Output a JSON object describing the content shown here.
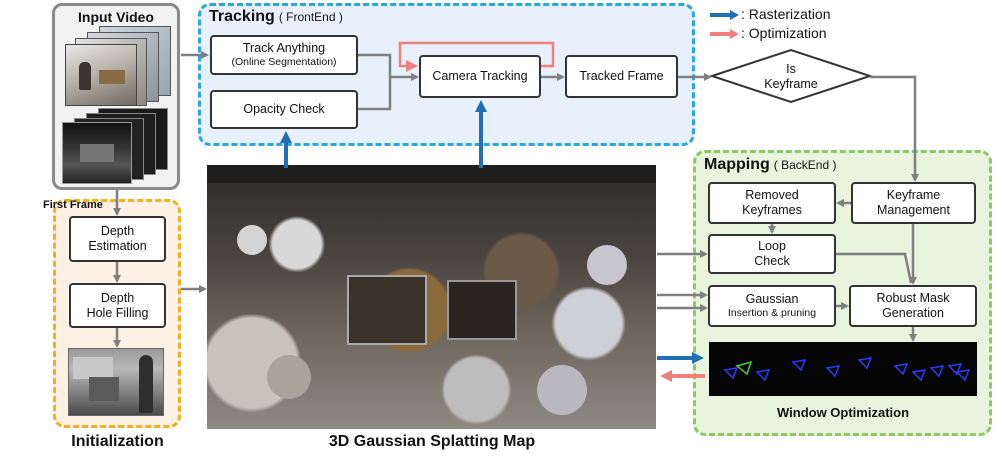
{
  "input": {
    "title": "Input Video",
    "first_frame_label": "First Frame"
  },
  "tracking": {
    "title": "Tracking",
    "subtitle": "( FrontEnd )",
    "track_anything": {
      "line1": "Track Anything",
      "line2": "(Online Segmentation)"
    },
    "opacity_check": "Opacity Check",
    "camera_tracking": "Camera Tracking",
    "tracked_frame": "Tracked Frame",
    "is_keyframe": {
      "line1": "Is",
      "line2": "Keyframe"
    }
  },
  "legend": {
    "rasterization": ": Rasterization",
    "optimization": ": Optimization",
    "rasterization_color": "#1f6fb2",
    "optimization_color": "#f08080"
  },
  "initialization": {
    "title": "Initialization",
    "depth_estimation": {
      "line1": "Depth",
      "line2": "Estimation"
    },
    "depth_hole_filling": {
      "line1": "Depth",
      "line2": "Hole Filling"
    }
  },
  "map": {
    "title": "3D Gaussian Splatting Map"
  },
  "mapping": {
    "title": "Mapping",
    "subtitle": "( BackEnd )",
    "keyframe_management": {
      "line1": "Keyframe",
      "line2": "Management"
    },
    "removed_keyframes": {
      "line1": "Removed",
      "line2": "Keyframes"
    },
    "loop_check": {
      "line1": "Loop",
      "line2": "Check"
    },
    "gaussian": {
      "line1": "Gaussian",
      "line2": "Insertion & pruning"
    },
    "robust_mask": {
      "line1": "Robust Mask",
      "line2": "Generation"
    },
    "window_optimization": "Window Optimization"
  },
  "colors": {
    "tracking_border": "#29a8e0",
    "tracking_fill": "#e8f1fb",
    "init_border": "#f0b020",
    "init_fill": "#fdf1e6",
    "mapping_border": "#8cc864",
    "mapping_fill": "#e8f4de",
    "input_border": "#8a8a8a",
    "arrow_gray": "#7f7f7f"
  }
}
